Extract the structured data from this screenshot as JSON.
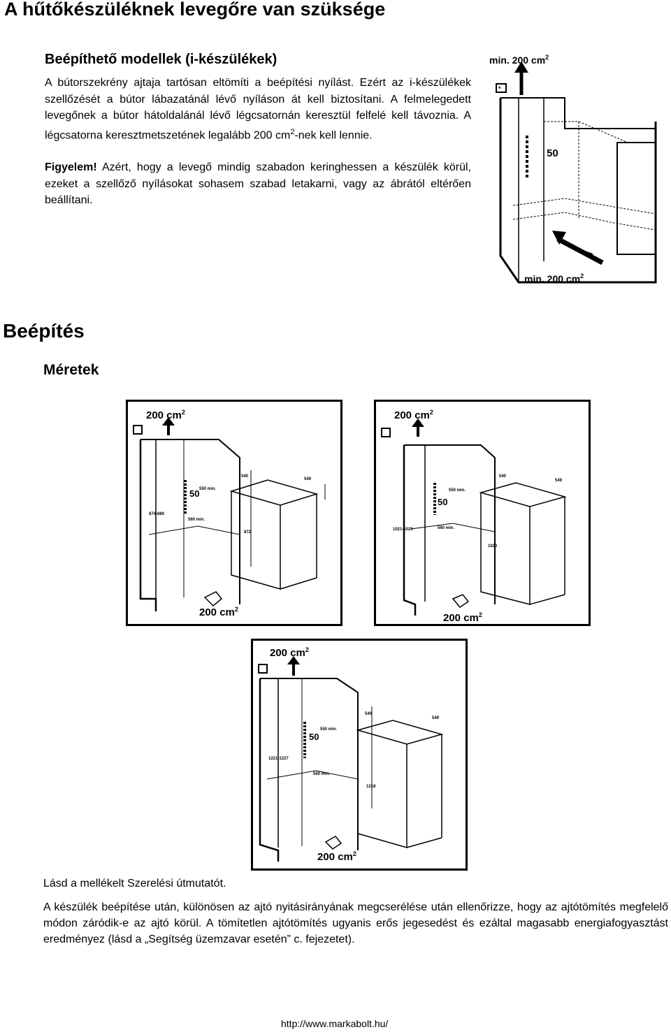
{
  "title": "A hűtőkészüléknek levegőre van szüksége",
  "section1": {
    "heading": "Beépíthető modellek (i-készülékek)",
    "para1_a": "A bútorszekrény ajtaja tartósan eltömíti a beépítési nyílást. Ezért az i-készülékek szellőzését a bútor lábazatánál lévő nyíláson át kell biztosítani. A felmelegedett levegőnek a bútor hátoldalánál lévő légcsatornán keresztül felfelé kell távoznia. A légcsatorna keresztmetszetének legalább 200 cm",
    "para1_sup": "2",
    "para1_b": "-nek kell lennie.",
    "warning_label": "Figyelem!",
    "warning_text": " Azért, hogy a levegő mindig szabadon keringhessen a készülék körül, ezeket a szellőző nyílásokat sohasem szabad letakarni, vagy az ábrától eltérően beállítani."
  },
  "fig_air": {
    "top_label": "min. 200 cm",
    "top_sup": "2",
    "bottom_label": "min. 200 cm",
    "bottom_sup": "2",
    "gap_label": "50"
  },
  "section2": {
    "heading": "Beépítés",
    "subheading": "Méretek"
  },
  "fig1": {
    "top_area": "200 cm",
    "bottom_area": "200 cm",
    "sup": "2",
    "gap": "50",
    "dim_height_range": "874-880",
    "dim_top_min": "550 min.",
    "dim_mid_min": "560 min.",
    "dim_depth": "540",
    "dim_width": "549",
    "dim_device_height": "872"
  },
  "fig2": {
    "top_area": "200 cm",
    "bottom_area": "200 cm",
    "sup": "2",
    "gap": "50",
    "dim_height_range": "1021-1029",
    "dim_top_min": "550 min.",
    "dim_mid_min": "560 min.",
    "dim_depth": "540",
    "dim_width": "549",
    "dim_device_height": "1020"
  },
  "fig3": {
    "top_area": "200 cm",
    "bottom_area": "200 cm",
    "sup": "2",
    "gap": "50",
    "dim_height_range": "1221-1227",
    "dim_top_min": "550 min.",
    "dim_mid_min": "560 min.",
    "dim_depth": "540",
    "dim_width": "549",
    "dim_device_height": "1218"
  },
  "section3": {
    "see_manual": "Lásd a mellékelt Szerelési útmutatót.",
    "para": "A készülék beépítése után, különösen az ajtó nyitásirányának megcserélése után ellenőrizze, hogy az ajtótömítés megfelelő módon záródik-e az ajtó körül. A tömítetlen ajtótömítés ugyanis erős jegesedést és ezáltal magasabb energiafogyasztást eredményez (lásd a „Segítség üzemzavar esetén” c. fejezetet)."
  },
  "footer": "http://www.markabolt.hu/"
}
